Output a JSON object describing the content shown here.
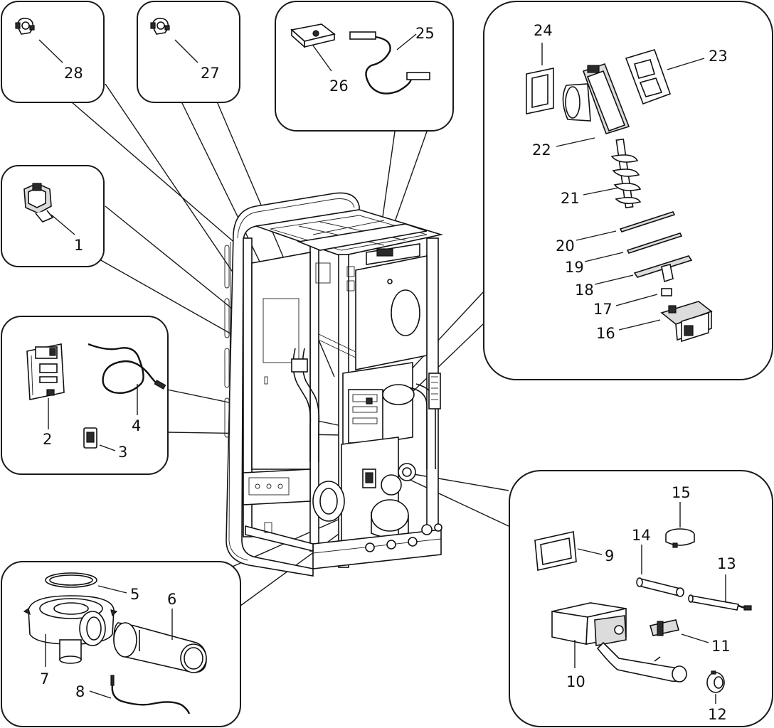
{
  "labels": {
    "p1": "1",
    "p2": "2",
    "p3": "3",
    "p4": "4",
    "p5": "5",
    "p6": "6",
    "p7": "7",
    "p8": "8",
    "p9": "9",
    "p10": "10",
    "p11": "11",
    "p12": "12",
    "p13": "13",
    "p14": "14",
    "p15": "15",
    "p16": "16",
    "p17": "17",
    "p18": "18",
    "p19": "19",
    "p20": "20",
    "p21": "21",
    "p22": "22",
    "p23": "23",
    "p24": "24",
    "p25": "25",
    "p26": "26",
    "p27": "27",
    "p28": "28"
  },
  "colors": {
    "line": "#111111",
    "background": "#ffffff",
    "shade": "#dcdcdc"
  }
}
